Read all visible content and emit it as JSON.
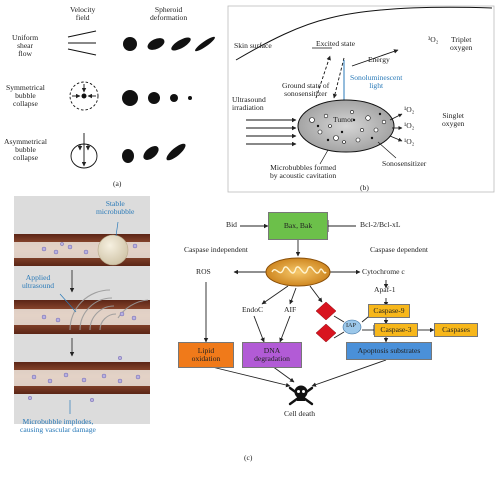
{
  "panel_a": {
    "col_velocity": "Velocity\nfield",
    "col_spheroid": "Spheroid\ndeformation",
    "row_uniform": "Uniform\nshear\nflow",
    "row_symmetric": "Symmetrical\nbubble\ncollapse",
    "row_asymmetric": "Asymmetrical\nbubble\ncollapse",
    "caption": "(a)"
  },
  "panel_b": {
    "skin_surface": "Skin surface",
    "excited_state": "Excited state",
    "triplet_symbol": "³O₂",
    "triplet_label": "Triplet\noxygen",
    "energy": "Energy",
    "sonoluminescent": "Sonoluminescent\nlight",
    "ground_state": "Ground state of\nsonosensitizer",
    "ultrasound": "Ultrasound\nirradiation",
    "tumor": "Tumor",
    "singlet_symbol_1": "¹O₂",
    "singlet_label": "Singlet\noxygen",
    "singlet_symbol_2": "¹O₂",
    "singlet_symbol_3": "¹O₂",
    "microbubbles": "Microbubbles formed\nby acoustic cavitation",
    "sonosensitizer": "Sonosensitizer",
    "caption": "(b)"
  },
  "panel_c": {
    "stable_microbubble": "Stable\nmicrobubble",
    "applied_ultrasound": "Applied\nultrasound",
    "implodes": "Microbubble implodes,\ncausing vascular damage",
    "bid": "Bid",
    "bax_bak": "Bax, Bak",
    "bcl": "Bcl-2/Bcl-xL",
    "caspase_independent": "Caspase independent",
    "caspase_dependent": "Caspase dependent",
    "ros": "ROS",
    "cytochrome": "Cytochrome c",
    "apaf": "Apaf-1",
    "endoc": "EndoC",
    "aif": "AIF",
    "caspase9": "Caspase-9",
    "iap": "IAP",
    "caspase3": "Caspase-3",
    "caspases": "Caspases",
    "lipid_oxidation": "Lipid\noxidation",
    "dna_degradation": "DNA\ndegradation",
    "apoptosis_substrates": "Apoptosis substrates",
    "cell_death": "Cell death",
    "caption": "(c)"
  },
  "colors": {
    "bax_box": "#6cc04a",
    "lipid_box": "#f07a1a",
    "dna_box": "#b25bd6",
    "caspase_box": "#f7b71b",
    "apoptosis_box": "#4a90d9",
    "diamond": "#d8141f",
    "iap": "#9cc8ea",
    "annotation_blue": "#2a7ab8"
  }
}
